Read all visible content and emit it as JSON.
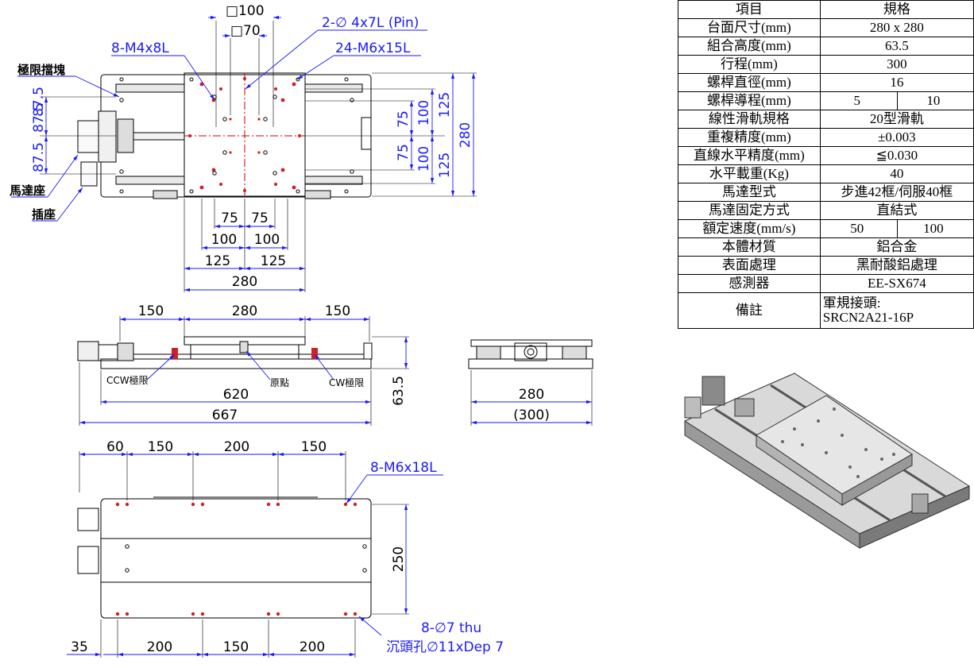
{
  "spec_table": {
    "header": {
      "item": "項目",
      "spec": "規格"
    },
    "rows": [
      {
        "item": "台面尺寸(mm)",
        "value": "280 x 280"
      },
      {
        "item": "組合高度(mm)",
        "value": "63.5"
      },
      {
        "item": "行程(mm)",
        "value": "300"
      },
      {
        "item": "螺桿直徑(mm)",
        "value": "16"
      },
      {
        "item": "螺桿導程(mm)",
        "value_a": "5",
        "value_b": "10"
      },
      {
        "item": "線性滑軌規格",
        "value": "20型滑軌"
      },
      {
        "item": "重複精度(mm)",
        "value": "±0.003"
      },
      {
        "item": "直線水平精度(mm)",
        "value": "≦0.030"
      },
      {
        "item": "水平載重(Kg)",
        "value": "40"
      },
      {
        "item": "馬達型式",
        "value": "步進42框/伺服40框"
      },
      {
        "item": "馬達固定方式",
        "value": "直結式"
      },
      {
        "item": "額定速度(mm/s)",
        "value_a": "50",
        "value_b": "100"
      },
      {
        "item": "本體材質",
        "value": "鋁合金"
      },
      {
        "item": "表面處理",
        "value": "黑耐酸鋁處理"
      },
      {
        "item": "感測器",
        "value": "EE-SX674"
      }
    ],
    "remark": {
      "item": "備註",
      "line1": "軍規接頭:",
      "line2": "SRCN2A21-16P"
    }
  },
  "top_view": {
    "sq100": "□100",
    "sq70": "□70",
    "pin": "2-∅ 4x7L (Pin)",
    "m4": "8-M4x8L",
    "m6": "24-M6x15L",
    "limit_block": "極限擋塊",
    "motor_seat": "馬達座",
    "socket": "插座",
    "left_dims": [
      "87.5",
      "87.5",
      "87.5"
    ],
    "right_dims": [
      "75",
      "100",
      "125",
      "75",
      "100",
      "125",
      "280"
    ],
    "bottom_dims": [
      "75",
      "75",
      "100",
      "100",
      "125",
      "125",
      "280"
    ]
  },
  "side_view": {
    "dims_top": [
      "150",
      "280",
      "150"
    ],
    "ccw": "CCW極限",
    "origin": "原點",
    "cw": "CW極限",
    "len620": "620",
    "len667": "667",
    "height": "63.5"
  },
  "end_view": {
    "width": "280",
    "stroke": "(300)"
  },
  "bottom_view": {
    "dims_top": [
      "60",
      "150",
      "200",
      "150"
    ],
    "m6": "8-M6x18L",
    "width": "250",
    "hole": "8-∅7 thu",
    "cbore": "沉頭孔∅11xDep 7",
    "dims_bottom": [
      "35",
      "200",
      "150",
      "200"
    ]
  },
  "colors": {
    "dimension": "#1a1aff",
    "centerline": "#cc0000",
    "hole": "#d02020"
  }
}
